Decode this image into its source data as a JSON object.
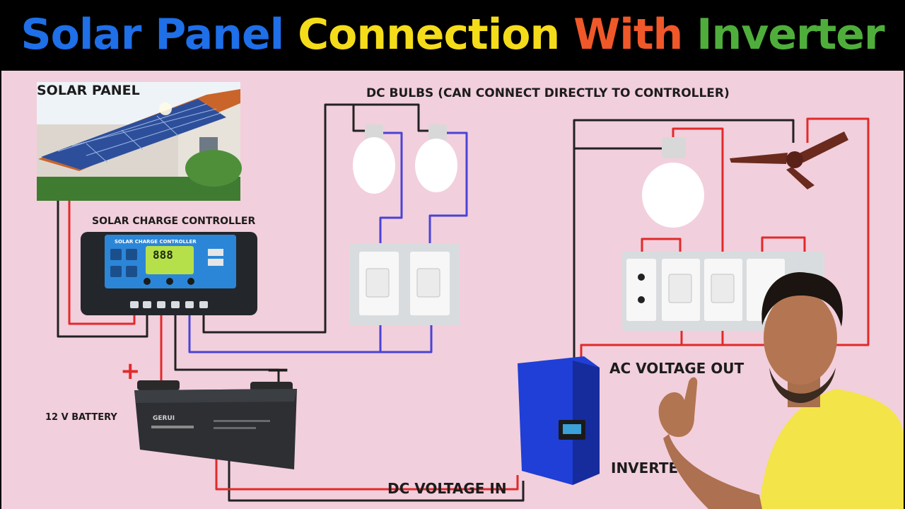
{
  "title": {
    "parts": [
      {
        "text": "Solar Panel",
        "color": "#1e6fe8"
      },
      {
        "text": "Connection",
        "color": "#f5dc1a"
      },
      {
        "text": "With",
        "color": "#f0582a"
      },
      {
        "text": "Inverter",
        "color": "#4fae3b"
      }
    ]
  },
  "labels": {
    "solar_panel": "SOLAR PANEL",
    "charge_controller": "SOLAR CHARGE CONTROLLER",
    "dc_bulbs": "DC BULBS (CAN CONNECT DIRECTLY TO CONTROLLER)",
    "battery": "12 V BATTERY",
    "battery_plus": "+",
    "battery_minus": "—",
    "ac_out": "AC VOLTAGE OUT",
    "inverter": "INVERTE",
    "dc_in": "DC VOLTAGE IN"
  },
  "controller": {
    "brand_text": "SOLAR CHARGE CONTROLLER",
    "display": "888"
  },
  "battery": {
    "brand": "GERUI"
  },
  "colors": {
    "canvas": "#f2cfdc",
    "wire_red": "#e12a2a",
    "wire_black": "#222222",
    "wire_blue": "#4a43d6",
    "controller_blue": "#2c86d8",
    "inverter_blue": "#1f3fd6",
    "shirt_yellow": "#f3e44a"
  },
  "icons": [
    "sun-icon",
    "bulb-icon",
    "ceiling-fan-icon",
    "switch-icon",
    "socket-icon",
    "thumbs-up-icon"
  ]
}
